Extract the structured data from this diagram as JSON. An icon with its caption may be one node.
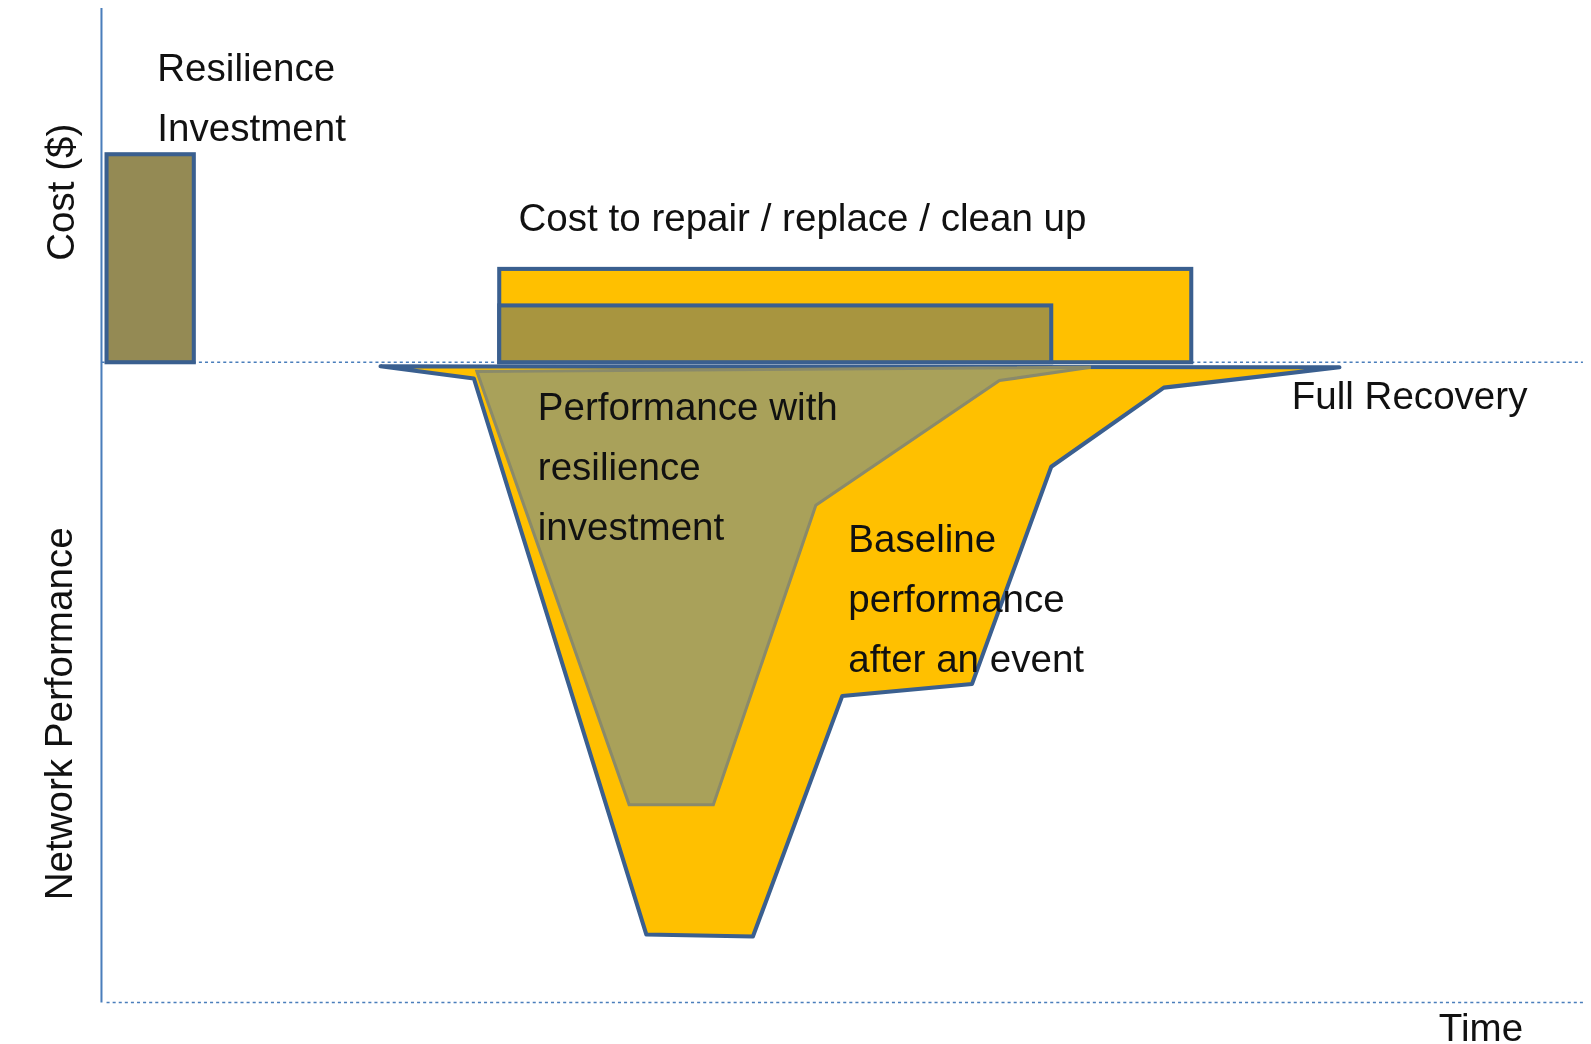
{
  "diagram": {
    "labels": [
      "Resilience Investment",
      "Cost ($)",
      "Cost to repair / replace / clean up",
      "Full Recovery",
      "Performance with resilience investment",
      "Baseline performance after an event",
      "Network Performance",
      "Time"
    ]
  }
}
